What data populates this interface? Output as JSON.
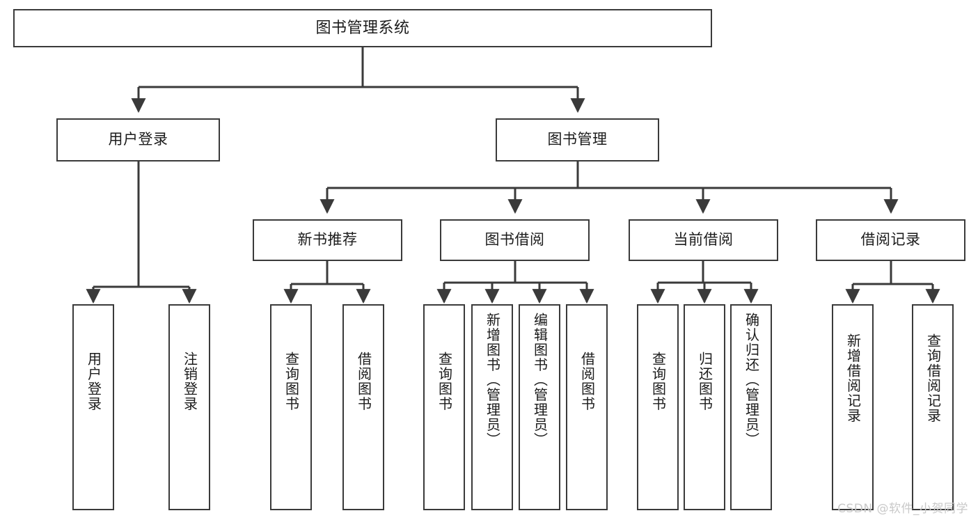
{
  "diagram": {
    "title": "图书管理系统",
    "watermark": "CSDN @软件_小贺同学",
    "line_color": "#3a3a3a",
    "text_color": "#1b1b1b",
    "background": "#ffffff",
    "watermark_color": "#c9c9c9"
  },
  "nodes": {
    "root": {
      "label": "图书管理系统"
    },
    "level2": [
      {
        "label": "用户登录"
      },
      {
        "label": "图书管理"
      }
    ],
    "level3": [
      {
        "label": "新书推荐"
      },
      {
        "label": "图书借阅"
      },
      {
        "label": "当前借阅"
      },
      {
        "label": "借阅记录"
      }
    ],
    "leaves": {
      "user_login": [
        {
          "label": "用户登录"
        },
        {
          "label": "注销登录"
        }
      ],
      "new_book_recommend": [
        {
          "label": "查询图书"
        },
        {
          "label": "借阅图书"
        }
      ],
      "book_borrow": [
        {
          "label": "查询图书"
        },
        {
          "label": "新增图书（管理员）"
        },
        {
          "label": "编辑图书（管理员）"
        },
        {
          "label": "借阅图书"
        }
      ],
      "current_borrow": [
        {
          "label": "查询图书"
        },
        {
          "label": "归还图书"
        },
        {
          "label": "确认归还（管理员）"
        }
      ],
      "borrow_record": [
        {
          "label": "新增借阅记录"
        },
        {
          "label": "查询借阅记录"
        }
      ]
    }
  },
  "chart_data": {
    "type": "tree",
    "title": "图书管理系统",
    "orientation": "top-down",
    "root": "图书管理系统",
    "hierarchy": [
      {
        "name": "用户登录",
        "children": [
          "用户登录",
          "注销登录"
        ]
      },
      {
        "name": "图书管理",
        "children": [
          {
            "name": "新书推荐",
            "children": [
              "查询图书",
              "借阅图书"
            ]
          },
          {
            "name": "图书借阅",
            "children": [
              "查询图书",
              "新增图书（管理员）",
              "编辑图书（管理员）",
              "借阅图书"
            ]
          },
          {
            "name": "当前借阅",
            "children": [
              "查询图书",
              "归还图书",
              "确认归还（管理员）"
            ]
          },
          {
            "name": "借阅记录",
            "children": [
              "新增借阅记录",
              "查询借阅记录"
            ]
          }
        ]
      }
    ]
  }
}
